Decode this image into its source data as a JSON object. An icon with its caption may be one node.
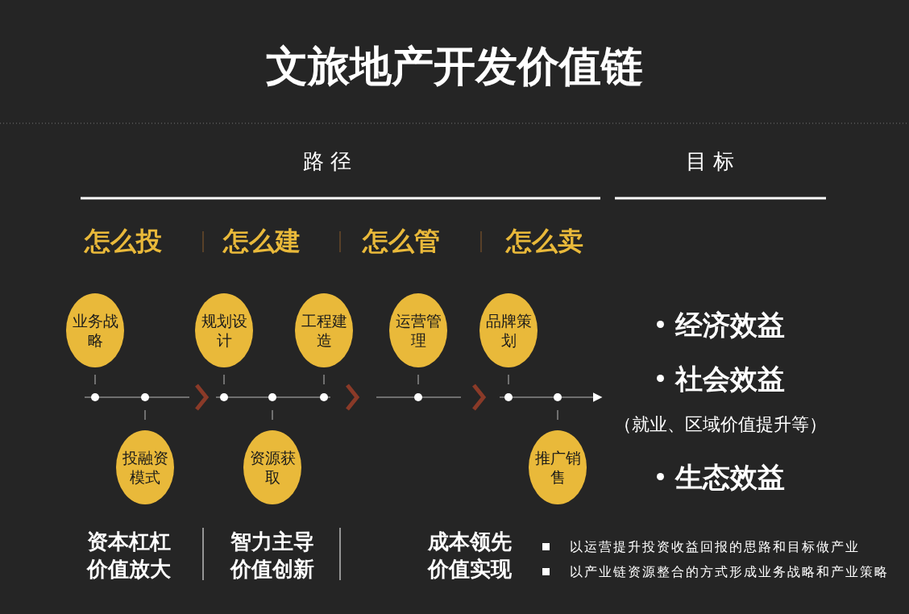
{
  "diagram": {
    "title": "文旅地产开发价值链",
    "nodes": [
      {
        "text": [
          "业务战略"
        ]
      },
      {
        "text": [
          "投融资模式"
        ]
      },
      {
        "text": [
          "规划设计"
        ]
      },
      {
        "text": [
          "资源获取"
        ]
      },
      {
        "text": [
          "工程建造"
        ]
      },
      {
        "text": [
          "运营管理"
        ]
      },
      {
        "text": [
          "品牌策划"
        ]
      },
      {
        "text": [
          "推广销售"
        ]
      }
    ],
    "edges": [],
    "labels": [
      "路径",
      "目标",
      "怎么投",
      "怎么建",
      "怎么管",
      "怎么卖",
      "经济效益",
      "社会效益",
      "（就业、区域价值提升等）",
      "生态效益",
      "资本杠杠价值放大",
      "智力主导价值创新",
      "成本领先价值实现",
      "以运营提升投资收益回报的思路和目标做产业",
      "以产业链资源整合的方式形成业务战略和产业策略"
    ]
  }
}
